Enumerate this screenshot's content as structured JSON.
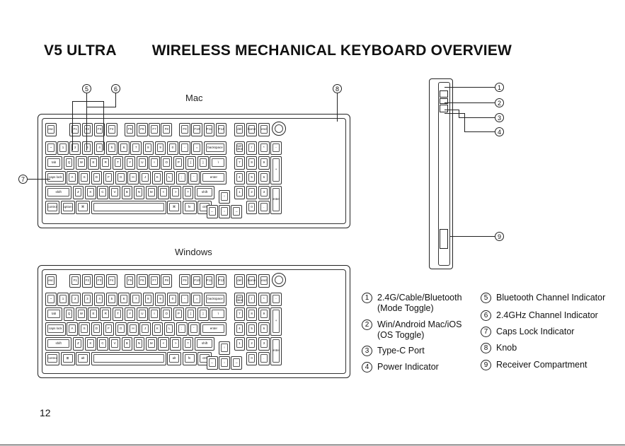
{
  "title": {
    "model": "V5 ULTRA",
    "subtitle": "WIRELESS MECHANICAL KEYBOARD OVERVIEW"
  },
  "layouts": {
    "mac": "Mac",
    "windows": "Windows"
  },
  "callouts": [
    "1",
    "2",
    "3",
    "4",
    "5",
    "6",
    "7",
    "8",
    "9"
  ],
  "legend": [
    {
      "num": "1",
      "lines": [
        "2.4G/Cable/Bluetooth",
        "(Mode Toggle)"
      ]
    },
    {
      "num": "2",
      "lines": [
        "Win/Android  Mac/iOS",
        "(OS Toggle)"
      ]
    },
    {
      "num": "3",
      "lines": [
        "Type-C Port"
      ]
    },
    {
      "num": "4",
      "lines": [
        "Power Indicator"
      ]
    },
    {
      "num": "5",
      "lines": [
        "Bluetooth Channel Indicator"
      ]
    },
    {
      "num": "6",
      "lines": [
        "2.4GHz Channel Indicator"
      ]
    },
    {
      "num": "7",
      "lines": [
        "Caps Lock Indicator"
      ]
    },
    {
      "num": "8",
      "lines": [
        "Knob"
      ]
    },
    {
      "num": "9",
      "lines": [
        "Receiver Compartment"
      ]
    }
  ],
  "page_number": "12",
  "keys": {
    "fn_row": [
      "esc",
      "F1",
      "F2",
      "F3",
      "F4",
      "F5",
      "F6",
      "F7",
      "F8",
      "F9",
      "F10",
      "F11",
      "F12",
      "del",
      "home",
      "end"
    ],
    "num_row": [
      "~",
      "1",
      "2",
      "3",
      "4",
      "5",
      "6",
      "7",
      "8",
      "9",
      "0",
      "-",
      "=",
      "backspace",
      "num clear",
      "/",
      "*",
      "-"
    ],
    "q_row": [
      "tab",
      "Q",
      "W",
      "E",
      "R",
      "T",
      "Y",
      "U",
      "I",
      "O",
      "P",
      "[",
      "]",
      "\\",
      "7",
      "8",
      "9",
      "+"
    ],
    "a_row": [
      "caps lock",
      "A",
      "S",
      "D",
      "F",
      "G",
      "H",
      "J",
      "K",
      "L",
      ";",
      "'",
      "enter",
      "4",
      "5",
      "6"
    ],
    "z_row": [
      "shift",
      "Z",
      "X",
      "C",
      "V",
      "B",
      "N",
      "M",
      "<",
      ">",
      "?",
      "shift",
      "↑",
      "1",
      "2",
      "3",
      "enter"
    ],
    "mac_bottom": [
      "control",
      "option",
      "⌘",
      "",
      "⌘",
      "fn",
      "ctrl",
      "←",
      "↓",
      "→",
      "0",
      "."
    ],
    "win_bottom": [
      "control",
      "⊞",
      "alt",
      "",
      "alt",
      "fn",
      "ctrl",
      "←",
      "↓",
      "→",
      "0",
      "."
    ]
  }
}
